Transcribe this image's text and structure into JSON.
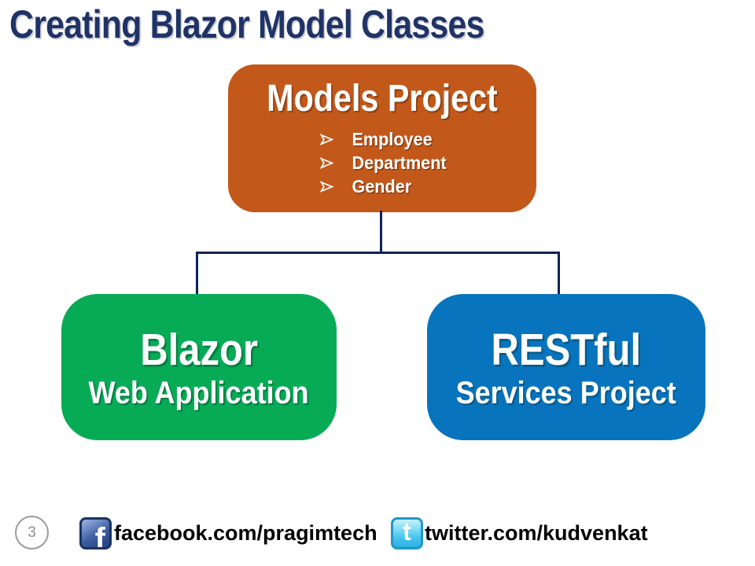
{
  "slide": {
    "title": "Creating Blazor Model Classes"
  },
  "diagram": {
    "models_box": {
      "title": "Models Project",
      "items": [
        "Employee",
        "Department",
        "Gender"
      ]
    },
    "blazor_box": {
      "title": "Blazor",
      "subtitle": "Web Application"
    },
    "restful_box": {
      "title": "RESTful",
      "subtitle": "Services Project"
    }
  },
  "footer": {
    "page_number": "3",
    "facebook": {
      "icon": "facebook-f-icon",
      "glyph": "f",
      "text": "facebook.com/pragimtech"
    },
    "twitter": {
      "icon": "twitter-bird-icon",
      "glyph": "t",
      "text": "twitter.com/kudvenkat"
    }
  },
  "colors": {
    "title_text": "#1F3367",
    "models_box": "#C2591B",
    "blazor_box": "#07AB56",
    "restful_box": "#0874BE",
    "connector": "#0E2357",
    "facebook_brand": "#3B5998",
    "twitter_brand": "#45C7F4"
  }
}
